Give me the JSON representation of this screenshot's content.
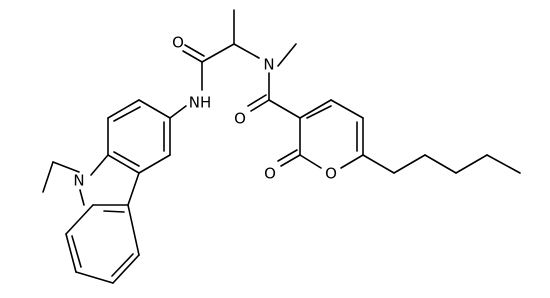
{
  "atom_labels": {
    "carbonyl_o_amide_left": "O",
    "nh": "NH",
    "n_methyl": "N",
    "carbonyl_o_amide_right": "O",
    "pyranone_keto_o": "O",
    "pyranone_ring_o": "O",
    "carbazole_n": "N"
  },
  "colors": {
    "bond": "#000000",
    "text": "#000000",
    "background": "#ffffff"
  }
}
